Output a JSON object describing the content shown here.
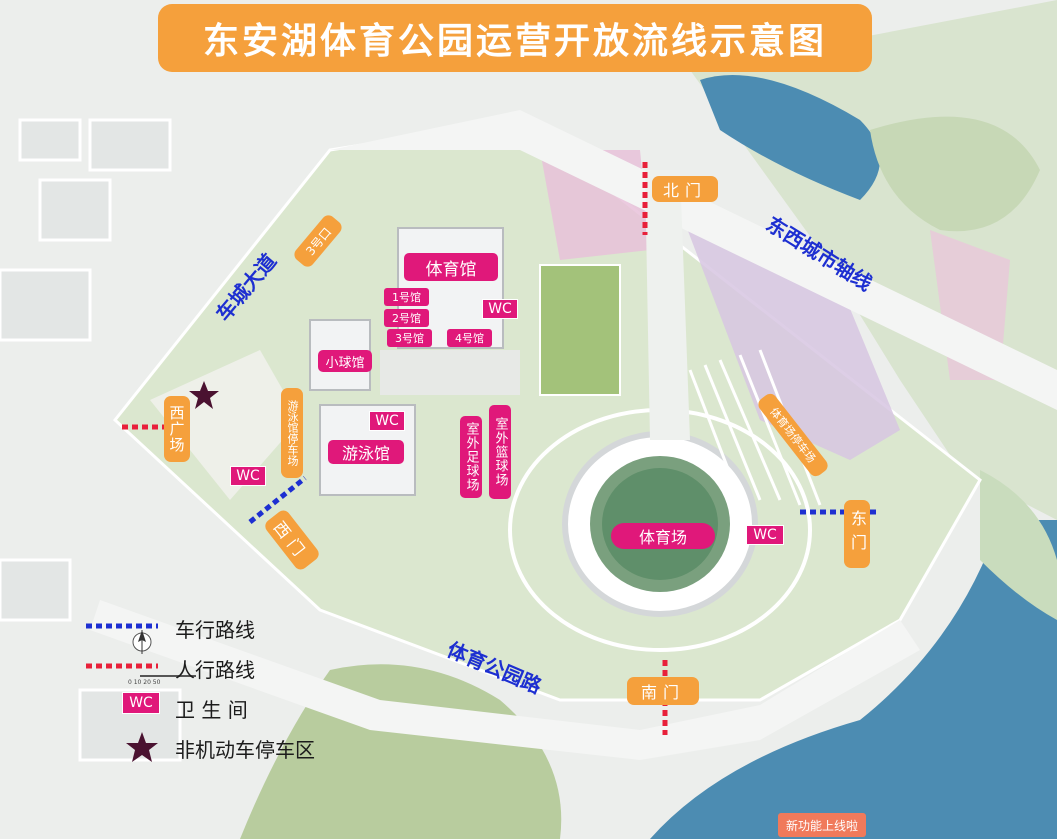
{
  "title": "东安湖体育公园运营开放流线示意图",
  "gates": {
    "north": "北门",
    "east": "东门",
    "south": "南门",
    "west": "西门",
    "west_plaza": "西广场"
  },
  "venues": {
    "gymnasium": "体育馆",
    "hall1": "1号馆",
    "hall2": "2号馆",
    "hall3": "3号馆",
    "hall4": "4号馆",
    "small_ball": "小球馆",
    "natatorium": "游泳馆",
    "stadium": "体育场",
    "outdoor_football": "室外足球场",
    "outdoor_basketball": "室外篮球场",
    "pool_parking": "游泳馆停车场",
    "stadium_parking": "体育场停车场",
    "entrance3": "3号口"
  },
  "wc_label": "WC",
  "roads": {
    "chengcheng": "车城大道",
    "east_west_axis": "东西城市轴线",
    "sports_park_road": "体育公园路"
  },
  "legend": {
    "vehicle": "车行路线",
    "pedestrian": "人行路线",
    "wc": "卫 生 间",
    "bike": "非机动车停车区"
  },
  "scale_bar": "0 10 20 50",
  "promo": "新功能上线啦",
  "colors": {
    "accent_orange": "#f5a03c",
    "venue_pink": "#e0187a",
    "vehicle_route_blue": "#1d2fd1",
    "pedestrian_route_red": "#e8203a",
    "bike_star": "#4a1230"
  }
}
